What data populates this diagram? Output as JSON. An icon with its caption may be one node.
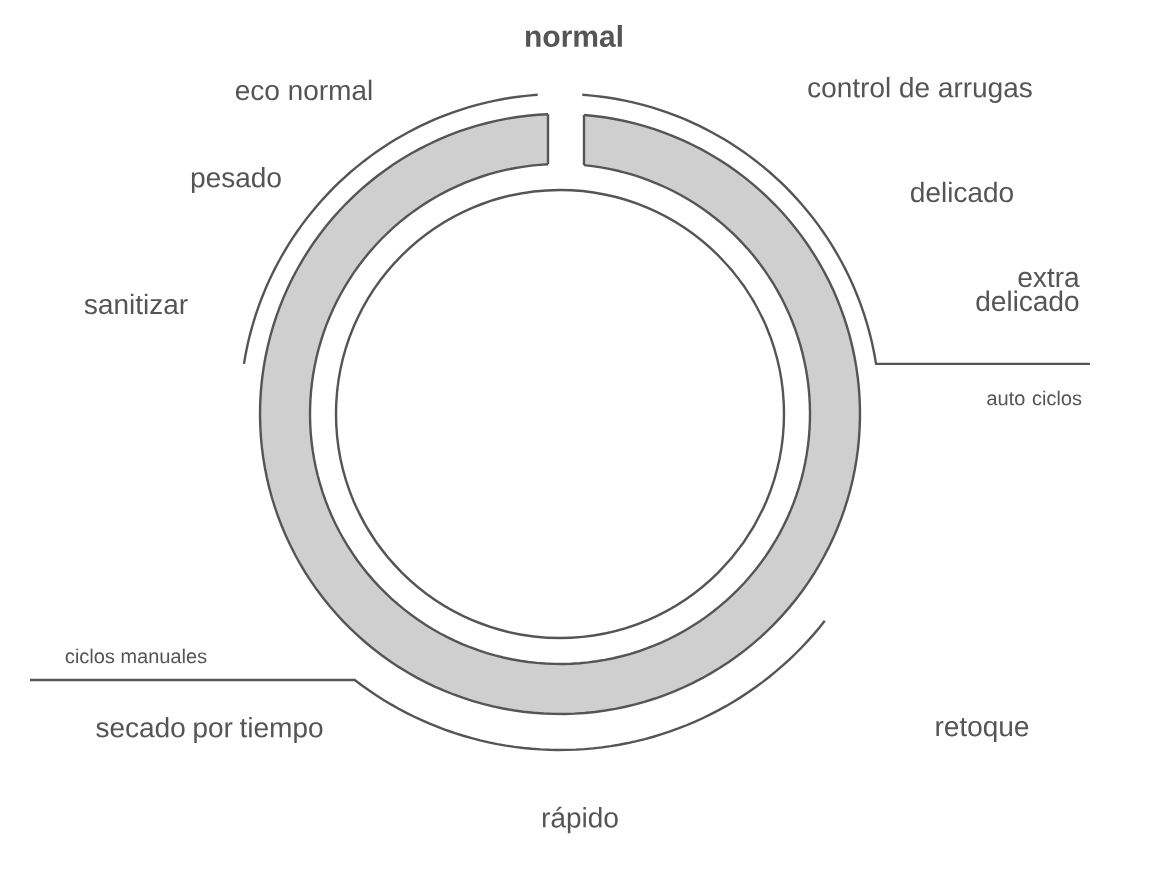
{
  "diagram": {
    "labels": [
      "normal",
      "eco normal",
      "control de arrugas",
      "pesado",
      "delicado",
      "sanitizar",
      "extra delicado",
      "auto ciclos",
      "ciclos manuales",
      "secado por tiempo",
      "retoque",
      "rápido"
    ]
  }
}
